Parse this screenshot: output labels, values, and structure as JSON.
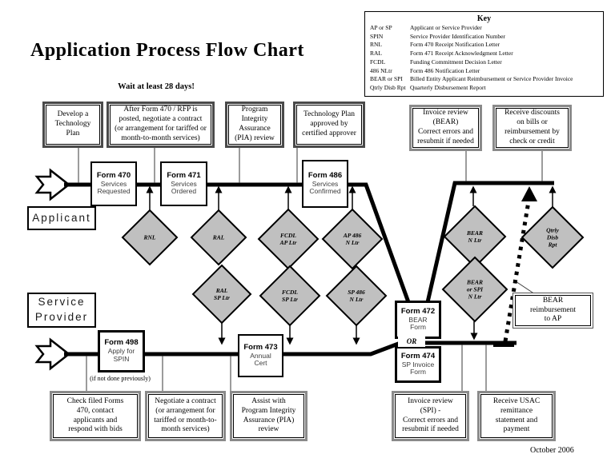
{
  "title": "Application Process Flow Chart",
  "wait_note": "Wait at least 28 days!",
  "footer_date": "October 2006",
  "key": {
    "title": "Key",
    "entries": [
      {
        "term": "AP or SP",
        "desc": "Applicant or Service Provider"
      },
      {
        "term": "SPIN",
        "desc": "Service Provider Identification Number"
      },
      {
        "term": "RNL",
        "desc": "Form 470 Receipt Notification Letter"
      },
      {
        "term": "RAL",
        "desc": "Form 471 Receipt Acknowledgment Letter"
      },
      {
        "term": "FCDL",
        "desc": "Funding Commitment Decision Letter"
      },
      {
        "term": "486 NLtr",
        "desc": "Form 486 Notification Letter"
      },
      {
        "term": "BEAR or SPI",
        "desc": "Billed Entity Applicant Reimbursement or Service Provider Invoice"
      },
      {
        "term": "Qtrly Disb Rpt",
        "desc": "Quarterly Disbursement Report"
      }
    ]
  },
  "lanes": {
    "applicant": "Applicant",
    "service_provider": "Service\nProvider"
  },
  "top_boxes": [
    {
      "text": "Develop a\nTechnology\nPlan"
    },
    {
      "text": "After Form 470 / RFP is\nposted, negotiate a contract\n(or arrangement for tariffed or\nmonth-to-month services)"
    },
    {
      "text": "Program\nIntegrity\nAssurance\n(PIA) review"
    },
    {
      "text": "Technology Plan\napproved by\ncertified approver"
    },
    {
      "text": "Invoice review\n(BEAR)\nCorrect errors and\nresubmit if needed"
    },
    {
      "text": "Receive discounts\non bills or\nreimbursement by\ncheck or credit"
    }
  ],
  "bottom_boxes": [
    {
      "text": "Check filed Forms\n470, contact\napplicants and\nrespond with bids"
    },
    {
      "text": "Negotiate a contract\n(or arrangement for\ntariffed or month-to-\nmonth services)"
    },
    {
      "text": "Assist with\nProgram Integrity\nAssurance (PIA)\nreview"
    },
    {
      "text": "Invoice review\n(SPI) -\nCorrect errors and\nresubmit if needed"
    },
    {
      "text": "Receive USAC\nremittance\nstatement and\npayment"
    }
  ],
  "form_boxes": {
    "f470": {
      "title": "Form 470",
      "subtitle": "Services\nRequested"
    },
    "f471": {
      "title": "Form 471",
      "subtitle": "Services\nOrdered"
    },
    "f486": {
      "title": "Form 486",
      "subtitle": "Services\nConfirmed"
    },
    "f498": {
      "title": "Form 498",
      "subtitle": "Apply for\nSPIN"
    },
    "f473": {
      "title": "Form 473",
      "subtitle": "Annual\nCert"
    },
    "f472": {
      "title": "Form 472",
      "subtitle": "BEAR\nForm"
    },
    "f474": {
      "title": "Form 474",
      "subtitle": "SP Invoice\nForm"
    }
  },
  "diamonds": {
    "rnl": "RNL",
    "ral": "RAL",
    "fcdl_ap": "FCDL\nAP Ltr",
    "ap486": "AP 486\nN Ltr",
    "ral_sp": "RAL\nSP Ltr",
    "fcdl_sp": "FCDL\nSP Ltr",
    "sp486": "SP 486\nN Ltr",
    "bear_nltr": "BEAR\nN Ltr",
    "qtrly": "Qtrly\nDisb\nRpt",
    "bear_spi": "BEAR\nor SPI\nN Ltr"
  },
  "misc": {
    "or_label": "OR",
    "spin_note": "(if not done previously)",
    "bear_reimbursement": "BEAR\nreimbursement\nto AP"
  },
  "colors": {
    "diamond_fill": "#c0c0c0",
    "line": "#000000",
    "gray_border": "#8a8a8a"
  }
}
